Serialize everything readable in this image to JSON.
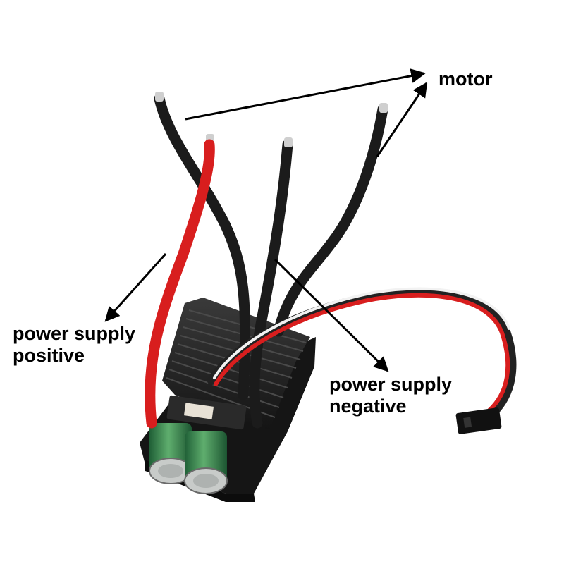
{
  "labels": {
    "motor": "motor",
    "positive": {
      "line1": "power supply",
      "line2": "positive"
    },
    "negative": {
      "line1": "power supply",
      "line2": "negative"
    }
  },
  "colors": {
    "background": "#ffffff",
    "text": "#000000",
    "arrow": "#000000",
    "wire_black": "#1b1b1b",
    "wire_red": "#d81e1e",
    "signal_white": "#f2f2f2",
    "heatsink": "#1e1e1e",
    "capacitor": "#2f7f4c",
    "connector": "#111111"
  },
  "icons": [
    "esc-heatsink",
    "capacitor-icon",
    "servo-connector-icon"
  ]
}
